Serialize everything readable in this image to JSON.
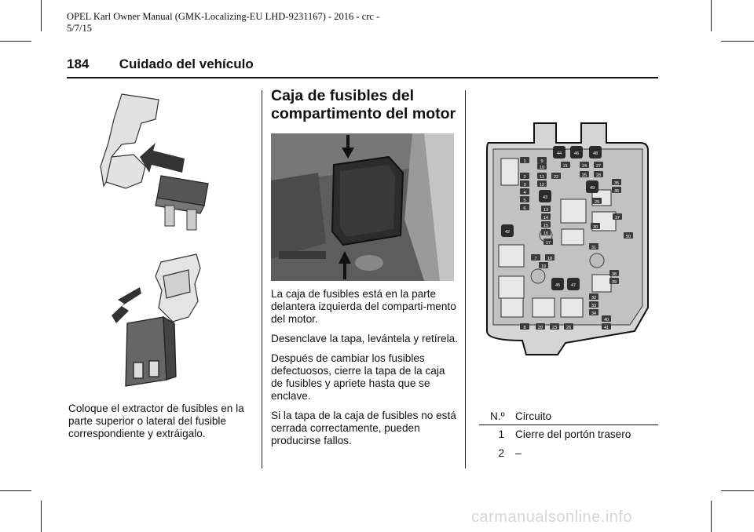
{
  "header": {
    "meta_line": "OPEL Karl Owner Manual (GMK-Localizing-EU LHD-9231167) - 2016 - crc - 5/7/15",
    "page_number": "184",
    "section_title": "Cuidado del vehículo"
  },
  "left_column": {
    "caption": "Coloque el extractor de fusibles en la parte superior o lateral del fusible correspondiente y extráigalo."
  },
  "middle_column": {
    "title_line1": "Caja de fusibles del",
    "title_line2": "compartimento del motor",
    "paragraphs": [
      "La caja de fusibles está en la parte delantera izquierda del comparti-mento del motor.",
      "Desenclave la tapa, levántela y retírela.",
      "Después de cambiar los fusibles defectuosos, cierre la tapa de la caja de fusibles y apriete hasta que se enclave.",
      "Si la tapa de la caja de fusibles no está cerrada correctamente, pueden producirse fallos."
    ]
  },
  "fuse_diagram": {
    "labels": [
      "1",
      "2",
      "3",
      "4",
      "5",
      "6",
      "7",
      "8",
      "9",
      "10",
      "11",
      "12",
      "13",
      "14",
      "15",
      "16",
      "17",
      "18",
      "19",
      "20",
      "21",
      "22",
      "23",
      "24",
      "25",
      "26",
      "27",
      "28",
      "29",
      "30",
      "31",
      "32",
      "33",
      "34",
      "35",
      "36",
      "37",
      "38",
      "39",
      "40",
      "41",
      "42",
      "43",
      "44",
      "45",
      "46",
      "47",
      "48",
      "49",
      "50"
    ]
  },
  "fuse_table": {
    "col_no": "N.º",
    "col_circuit": "Circuito",
    "rows": [
      {
        "no": "1",
        "circuit": "Cierre del portón trasero"
      },
      {
        "no": "2",
        "circuit": "–"
      }
    ]
  },
  "watermark": "carmanualsonline.info"
}
